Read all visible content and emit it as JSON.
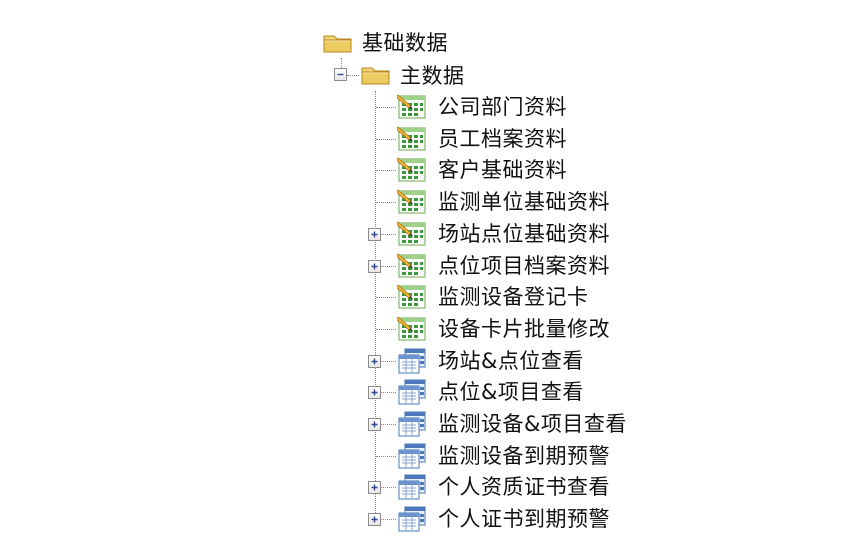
{
  "tree": {
    "root": {
      "label": "基础数据",
      "icon": "folder-icon",
      "state": "no-expander"
    },
    "group": {
      "label": "主数据",
      "icon": "folder-open-icon",
      "state": "expanded"
    },
    "items": [
      {
        "label": "公司部门资料",
        "icon": "edit-sheet-icon",
        "expandable": false
      },
      {
        "label": "员工档案资料",
        "icon": "edit-sheet-icon",
        "expandable": false
      },
      {
        "label": "客户基础资料",
        "icon": "edit-sheet-icon",
        "expandable": false
      },
      {
        "label": "监测单位基础资料",
        "icon": "edit-sheet-icon",
        "expandable": false
      },
      {
        "label": "场站点位基础资料",
        "icon": "edit-sheet-icon",
        "expandable": true
      },
      {
        "label": "点位项目档案资料",
        "icon": "edit-sheet-icon",
        "expandable": true
      },
      {
        "label": "监测设备登记卡",
        "icon": "edit-sheet-icon",
        "expandable": false
      },
      {
        "label": "设备卡片批量修改",
        "icon": "edit-sheet-icon",
        "expandable": false
      },
      {
        "label": "场站&点位查看",
        "icon": "report-view-icon",
        "expandable": true
      },
      {
        "label": "点位&项目查看",
        "icon": "report-view-icon",
        "expandable": true
      },
      {
        "label": "监测设备&项目查看",
        "icon": "report-view-icon",
        "expandable": true
      },
      {
        "label": "监测设备到期预警",
        "icon": "report-view-icon",
        "expandable": false
      },
      {
        "label": "个人资质证书查看",
        "icon": "report-view-icon",
        "expandable": true
      },
      {
        "label": "个人证书到期预警",
        "icon": "report-view-icon",
        "expandable": true
      }
    ]
  },
  "colors": {
    "text": "#111111",
    "tree_line": "#8a8a8a",
    "folder": "#e8c45a",
    "sheet_green": "#3a9a3a",
    "report_blue": "#4a78b8"
  }
}
